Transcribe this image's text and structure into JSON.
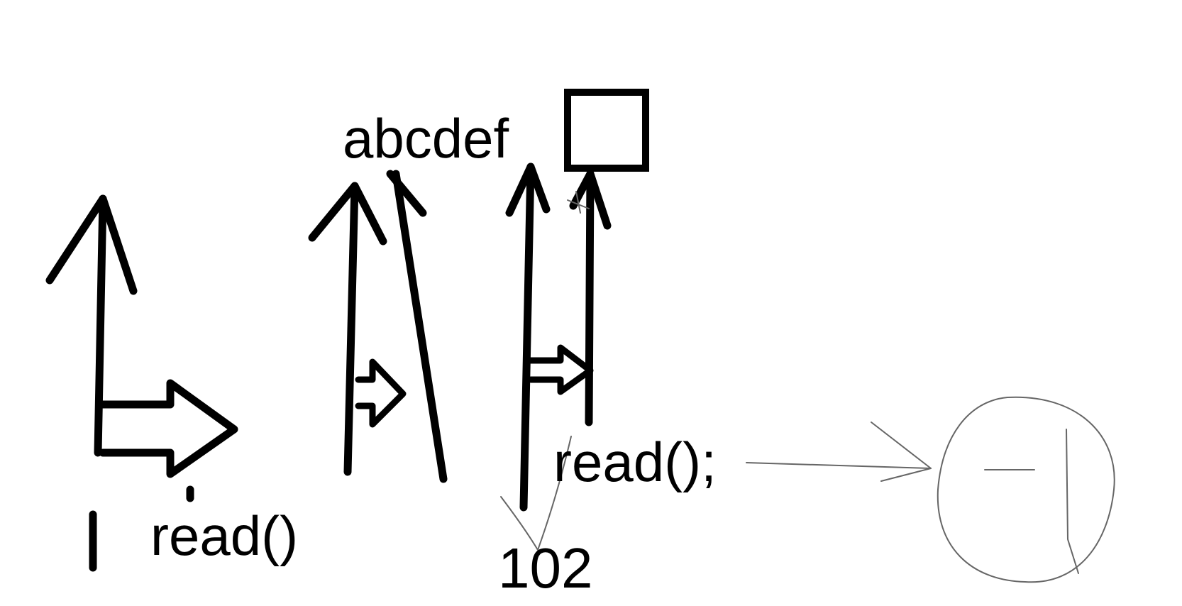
{
  "labels": {
    "string": "abcdef",
    "read_left": "read()",
    "read_mid": "read();",
    "number": "102"
  },
  "colors": {
    "background": "#ffffff",
    "ink": "#000000",
    "sketch": "#666666"
  }
}
